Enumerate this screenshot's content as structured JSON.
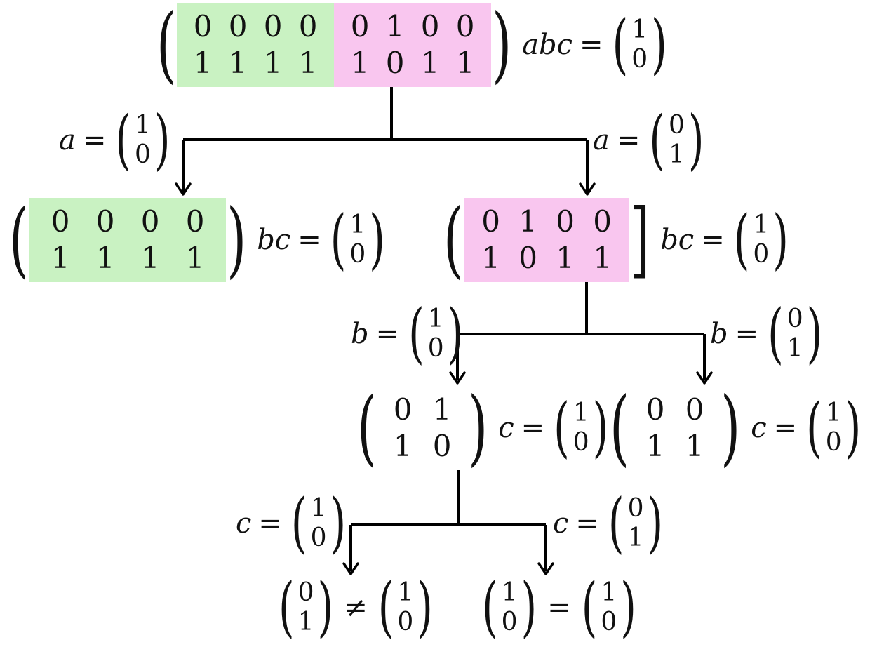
{
  "colors": {
    "green_highlight": "#c9f2c2",
    "pink_highlight": "#f9c6ef",
    "line": "#000000"
  },
  "delims": {
    "lparen": "(",
    "rparen": ")",
    "rbracket": "]"
  },
  "root_node": {
    "green_block": [
      [
        "0",
        "0",
        "0",
        "0"
      ],
      [
        "1",
        "1",
        "1",
        "1"
      ]
    ],
    "pink_block": [
      [
        "0",
        "1",
        "0",
        "0"
      ],
      [
        "1",
        "0",
        "1",
        "1"
      ]
    ],
    "product_label": "abc",
    "equals": "=",
    "result_vector": [
      "1",
      "0"
    ]
  },
  "edge_labels": {
    "a_left": {
      "variable": "a",
      "equals": "=",
      "vector": [
        "1",
        "0"
      ]
    },
    "a_right": {
      "variable": "a",
      "equals": "=",
      "vector": [
        "0",
        "1"
      ]
    },
    "b_left": {
      "variable": "b",
      "equals": "=",
      "vector": [
        "1",
        "0"
      ]
    },
    "b_right": {
      "variable": "b",
      "equals": "=",
      "vector": [
        "0",
        "1"
      ]
    },
    "c_left": {
      "variable": "c",
      "equals": "=",
      "vector": [
        "1",
        "0"
      ]
    },
    "c_right": {
      "variable": "c",
      "equals": "=",
      "vector": [
        "0",
        "1"
      ]
    }
  },
  "level2_left": {
    "matrix": [
      [
        "0",
        "0",
        "0",
        "0"
      ],
      [
        "1",
        "1",
        "1",
        "1"
      ]
    ],
    "product_label": "bc",
    "equals": "=",
    "result_vector": [
      "1",
      "0"
    ]
  },
  "level2_right": {
    "matrix": [
      [
        "0",
        "1",
        "0",
        "0"
      ],
      [
        "1",
        "0",
        "1",
        "1"
      ]
    ],
    "product_label": "bc",
    "equals": "=",
    "result_vector": [
      "1",
      "0"
    ]
  },
  "level3_left": {
    "matrix": [
      [
        "0",
        "1"
      ],
      [
        "1",
        "0"
      ]
    ],
    "product_label": "c",
    "equals": "=",
    "result_vector": [
      "1",
      "0"
    ]
  },
  "level3_right": {
    "matrix": [
      [
        "0",
        "0"
      ],
      [
        "1",
        "1"
      ]
    ],
    "product_label": "c",
    "equals": "=",
    "result_vector": [
      "1",
      "0"
    ]
  },
  "leaf_left": {
    "lhs_vector": [
      "0",
      "1"
    ],
    "relation": "≠",
    "rhs_vector": [
      "1",
      "0"
    ]
  },
  "leaf_right": {
    "lhs_vector": [
      "1",
      "0"
    ],
    "relation": "=",
    "rhs_vector": [
      "1",
      "0"
    ]
  }
}
